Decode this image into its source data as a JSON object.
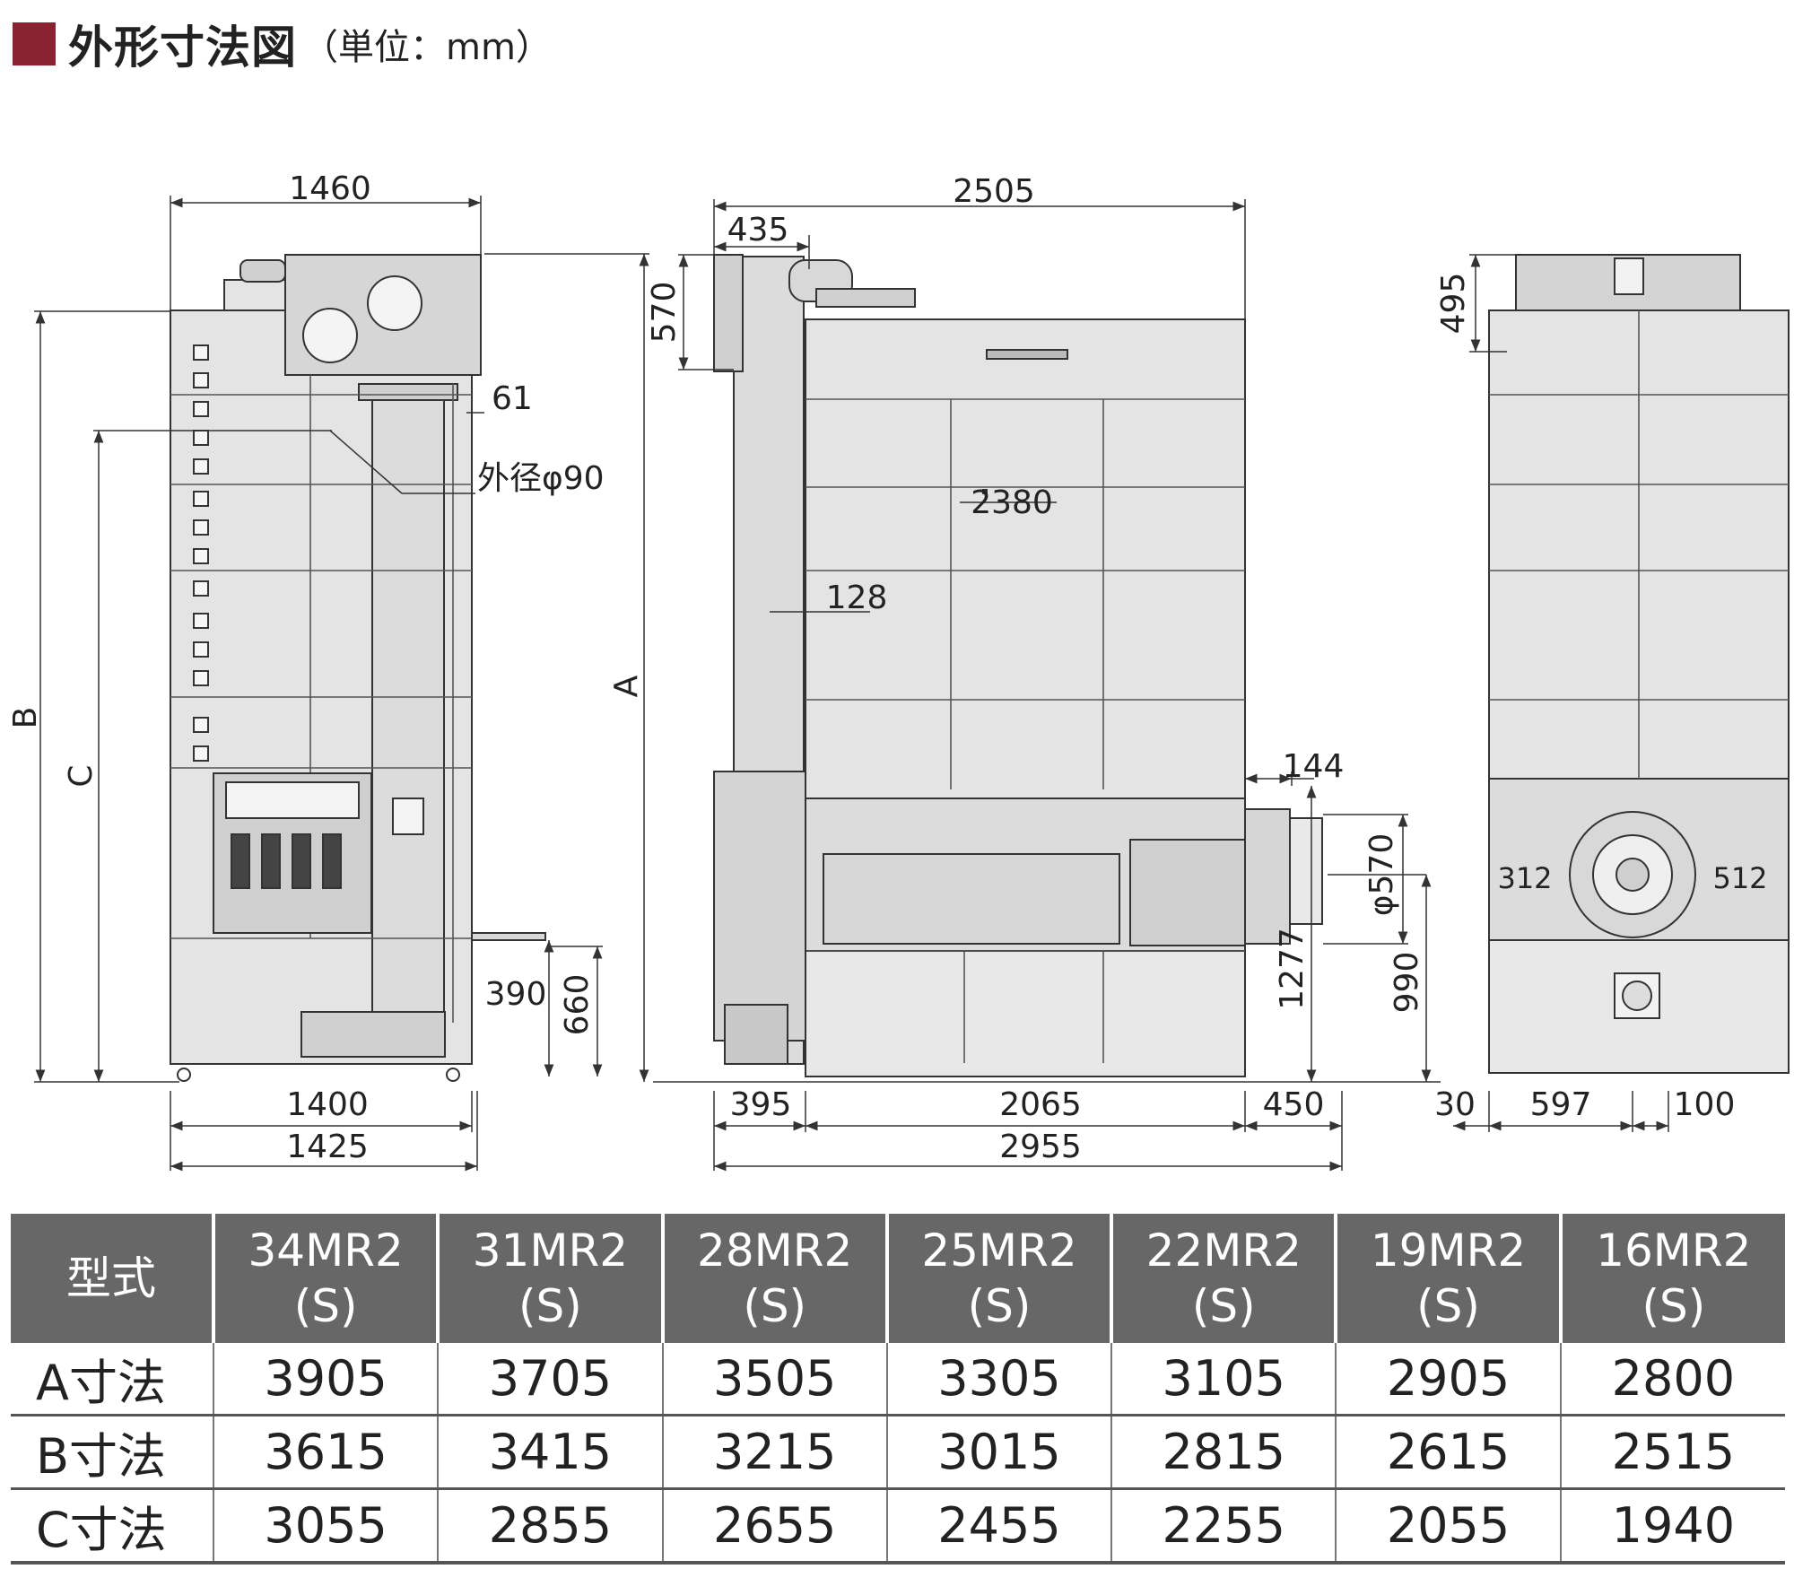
{
  "header": {
    "title": "外形寸法図",
    "unit": "（単位：mm）"
  },
  "dimensions": {
    "front": {
      "top_width": "1460",
      "dim_61": "61",
      "pipe": "外径φ90",
      "dim_390": "390",
      "dim_660": "660",
      "base_1400": "1400",
      "base_1425": "1425",
      "B": "B",
      "C": "C"
    },
    "side": {
      "top_2505": "2505",
      "dim_435": "435",
      "dim_570": "570",
      "A": "A",
      "dim_2380": "2380",
      "dim_128": "128",
      "dim_144": "144",
      "dim_1277": "1277",
      "phi_570": "φ570",
      "dim_990": "990",
      "dim_395": "395",
      "dim_2065": "2065",
      "dim_450": "450",
      "dim_2955": "2955"
    },
    "rear": {
      "dim_495": "495",
      "dim_312": "312",
      "dim_512": "512",
      "dim_30": "30",
      "dim_597": "597",
      "dim_100": "100"
    }
  },
  "table": {
    "corner": "型式",
    "models": [
      {
        "name": "34MR2",
        "suffix": "(S)"
      },
      {
        "name": "31MR2",
        "suffix": "(S)"
      },
      {
        "name": "28MR2",
        "suffix": "(S)"
      },
      {
        "name": "25MR2",
        "suffix": "(S)"
      },
      {
        "name": "22MR2",
        "suffix": "(S)"
      },
      {
        "name": "19MR2",
        "suffix": "(S)"
      },
      {
        "name": "16MR2",
        "suffix": "(S)"
      }
    ],
    "rows": [
      {
        "label": "A寸法",
        "values": [
          "3905",
          "3705",
          "3505",
          "3305",
          "3105",
          "2905",
          "2800"
        ]
      },
      {
        "label": "B寸法",
        "values": [
          "3615",
          "3415",
          "3215",
          "3015",
          "2815",
          "2615",
          "2515"
        ]
      },
      {
        "label": "C寸法",
        "values": [
          "3055",
          "2855",
          "2655",
          "2455",
          "2255",
          "2055",
          "1940"
        ]
      }
    ]
  },
  "colors": {
    "accent": "#8b2231",
    "table_header": "#676767",
    "machine_fill": "#e4e4e4",
    "line": "#333333"
  }
}
